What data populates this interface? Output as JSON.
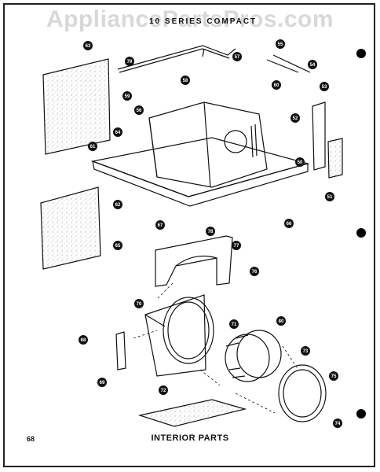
{
  "watermark": "AppliancePartsPros.com",
  "header": {
    "series_text": "10 SERIES COMPACT"
  },
  "footer": {
    "page_number": "68",
    "title": "INTERIOR PARTS"
  },
  "callouts": [
    "63",
    "79",
    "57",
    "55",
    "54",
    "58",
    "59",
    "56",
    "60",
    "53",
    "64",
    "52",
    "61",
    "50",
    "62",
    "51",
    "67",
    "66",
    "65",
    "78",
    "77",
    "76",
    "70",
    "80",
    "71",
    "68",
    "73",
    "69",
    "72",
    "75",
    "74"
  ]
}
